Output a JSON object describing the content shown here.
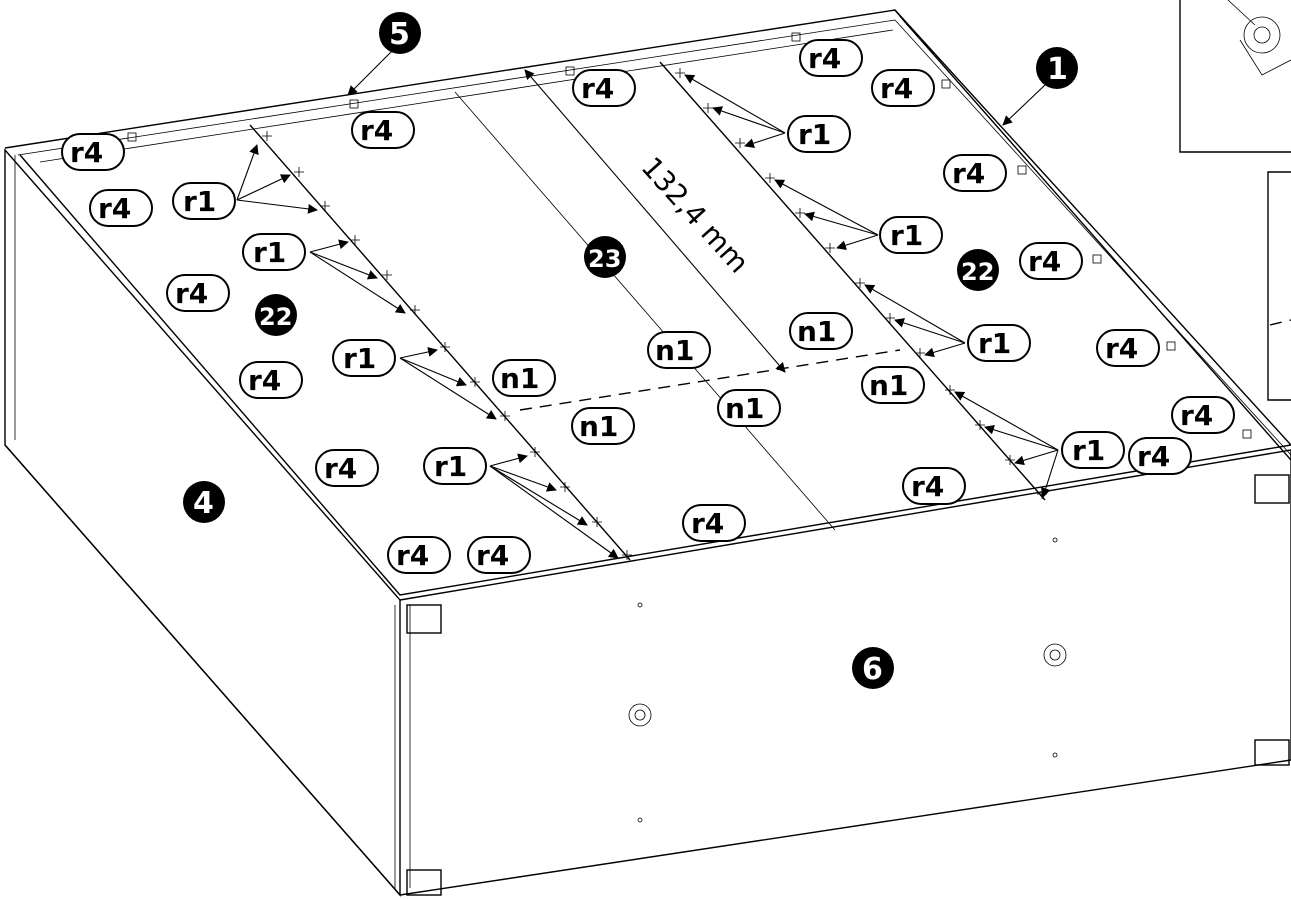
{
  "parts": {
    "p1": "1",
    "p4": "4",
    "p5": "5",
    "p6": "6",
    "p22a": "22",
    "p22b": "22",
    "p23": "23"
  },
  "hardware": {
    "r1": "r1",
    "r4": "r4",
    "n1": "n1"
  },
  "dimension": "132,4 mm"
}
